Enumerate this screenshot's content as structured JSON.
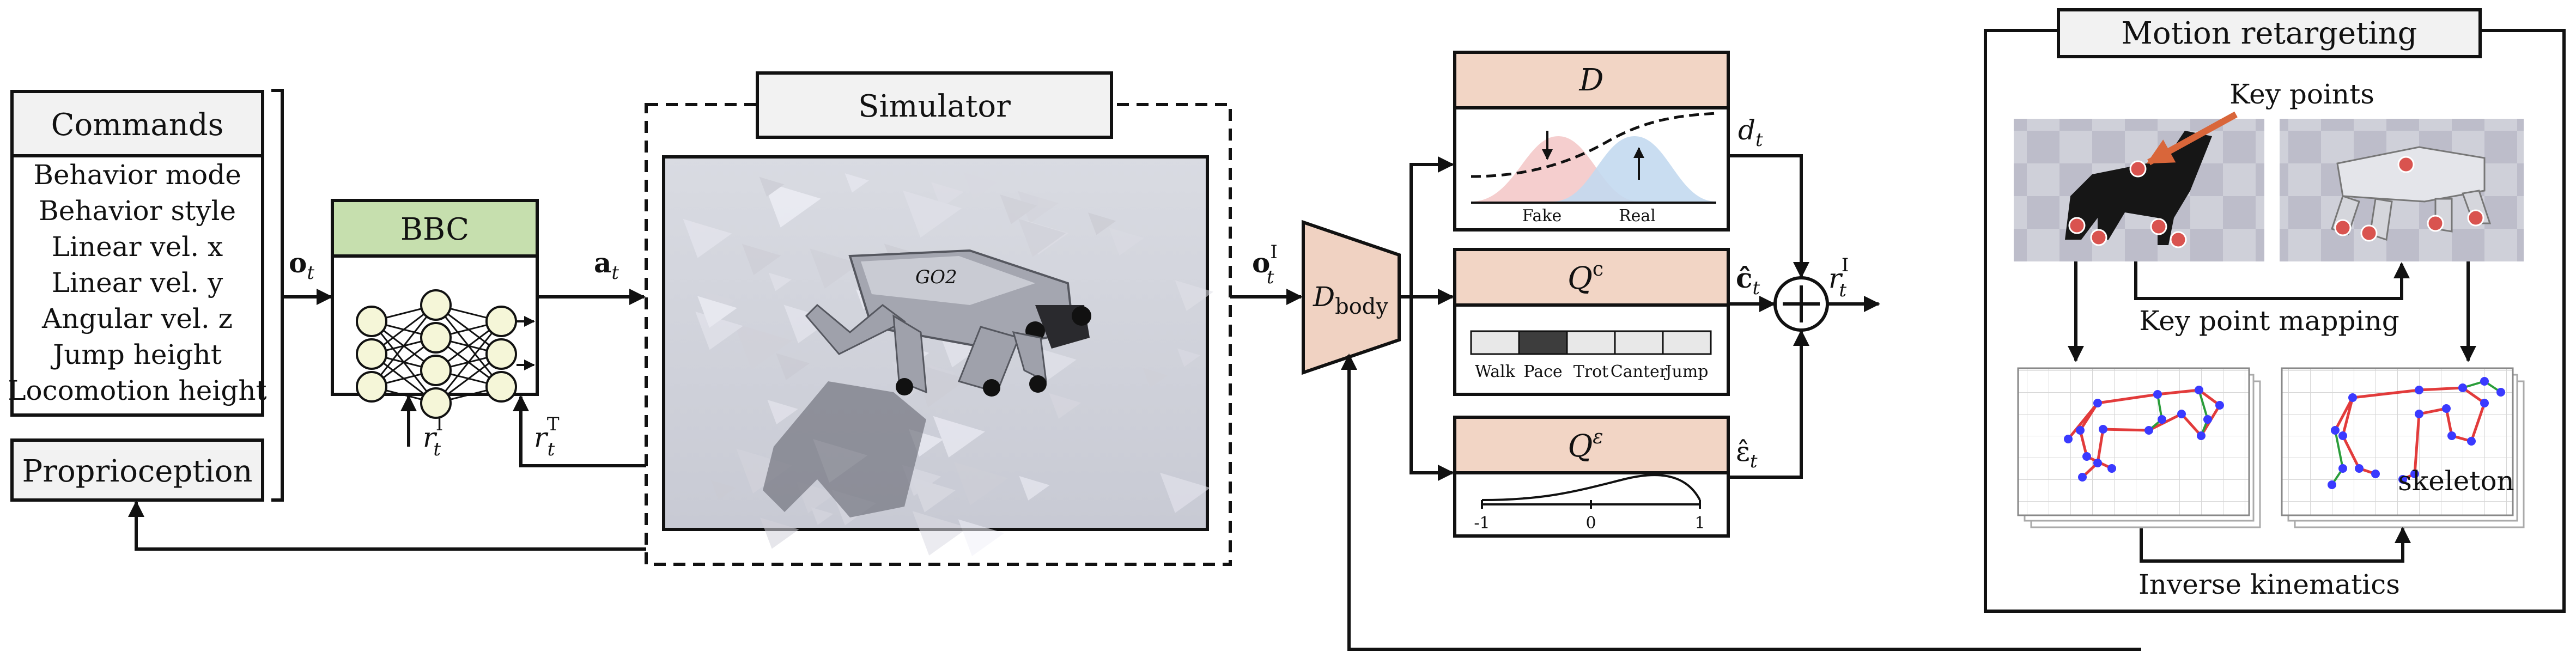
{
  "commands": {
    "title": "Commands",
    "items": [
      "Behavior mode",
      "Behavior style",
      "Linear vel. x",
      "Linear vel. y",
      "Angular vel. z",
      "Jump height",
      "Locomotion height"
    ]
  },
  "proprioception": "Proprioception",
  "bbc": {
    "title": "BBC"
  },
  "simulator": {
    "title": "Simulator"
  },
  "signals": {
    "obs": "o",
    "obs_sub": "t",
    "action": "a",
    "action_sub": "t",
    "rI": "r",
    "rI_sup": "I",
    "rI_sub": "t",
    "rT": "r",
    "rT_sup": "T",
    "rT_sub": "t",
    "oI": "o",
    "oI_sup": "I",
    "oI_sub": "t",
    "d": "d",
    "d_sub": "t",
    "c_hat": "ĉ",
    "c_sub": "t",
    "eps_hat": "ε̂",
    "eps_sub": "t",
    "out_r": "r",
    "out_r_sup": "I",
    "out_r_sub": "t"
  },
  "d_body": {
    "main": "D",
    "sub": "body"
  },
  "disc": {
    "title": "D",
    "fake": "Fake",
    "real": "Real"
  },
  "qc": {
    "title": "Q",
    "sup": "c",
    "styles": [
      "Walk",
      "Pace",
      "Trot",
      "Canter",
      "Jump"
    ],
    "selected": 1
  },
  "qe": {
    "title": "Q",
    "sup": "ε",
    "ticks": [
      "-1",
      "0",
      "1"
    ]
  },
  "retarget": {
    "title": "Motion retargeting",
    "key_points": "Key points",
    "key_point_mapping": "Key point mapping",
    "inverse_kinematics": "Inverse kinematics",
    "skeleton": "skeleton"
  },
  "robot_label": "GO2",
  "colors": {
    "bbc_header": "#c6dfae",
    "disc_header": "#f2d5c5",
    "dbody": "#f0d2c2",
    "fake": "#f4c9c9",
    "real": "#c3d9ef",
    "keypoint": "#d9534f",
    "skel_red": "#e23b3b",
    "skel_green": "#2a9d3a",
    "skel_blue": "#3a3aff"
  }
}
